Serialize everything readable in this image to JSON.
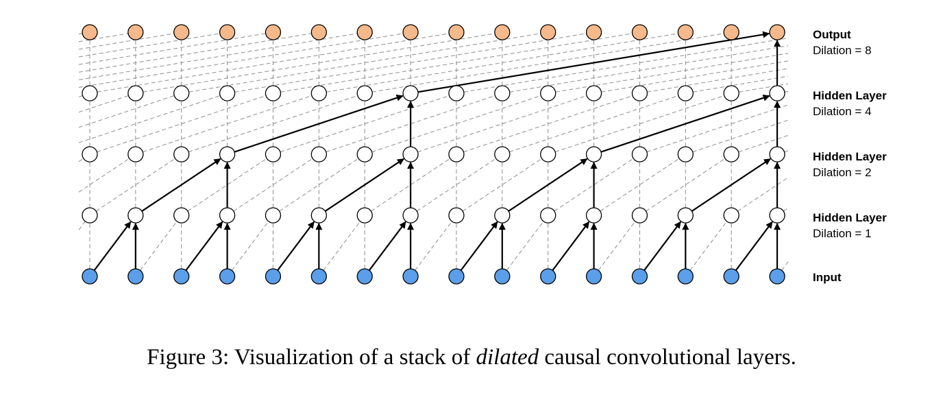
{
  "figure": {
    "caption": {
      "prefix": "Figure 3: Visualization of a stack of ",
      "emphasis": "dilated",
      "suffix": " causal convolutional layers."
    },
    "columns": 16,
    "layers": [
      {
        "id": "input",
        "title": "Input",
        "subtitle": "",
        "dilation": null,
        "fill": "#5b9ee9"
      },
      {
        "id": "hidden1",
        "title": "Hidden Layer",
        "subtitle": "Dilation = 1",
        "dilation": 1,
        "fill": "#ffffff"
      },
      {
        "id": "hidden2",
        "title": "Hidden Layer",
        "subtitle": "Dilation = 2",
        "dilation": 2,
        "fill": "#ffffff"
      },
      {
        "id": "hidden3",
        "title": "Hidden Layer",
        "subtitle": "Dilation = 4",
        "dilation": 4,
        "fill": "#ffffff"
      },
      {
        "id": "output",
        "title": "Output",
        "subtitle": "Dilation = 8",
        "dilation": 8,
        "fill": "#f6b98b"
      }
    ],
    "colors": {
      "node_stroke": "#000000",
      "highlight_edge": "#000000",
      "background_edge": "#8c8c8c"
    },
    "highlighted_receptive_field": {
      "target_layer": "output",
      "target_column": 15
    }
  }
}
